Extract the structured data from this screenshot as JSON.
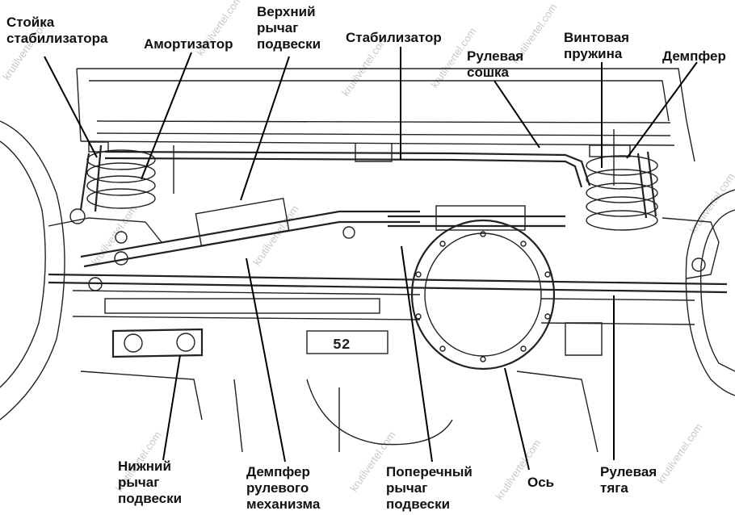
{
  "labels": {
    "stabilizer_link": "Стойка\nстабилизатора",
    "shock_absorber": "Амортизатор",
    "upper_arm": "Верхний\nрычаг\nподвески",
    "stabilizer": "Стабилизатор",
    "pitman_arm": "Рулевая\nсошка",
    "coil_spring": "Винтовая\nпружина",
    "damper": "Демпфер",
    "lower_arm": "Нижний\nрычаг\nподвески",
    "steering_damper": "Демпфер\nрулевого\nмеханизма",
    "track_bar": "Поперечный\nрычаг\nподвески",
    "axle": "Ось",
    "tie_rod": "Рулевая\nтяга"
  },
  "plate_text": "52",
  "watermark": "krutilvertel.com"
}
